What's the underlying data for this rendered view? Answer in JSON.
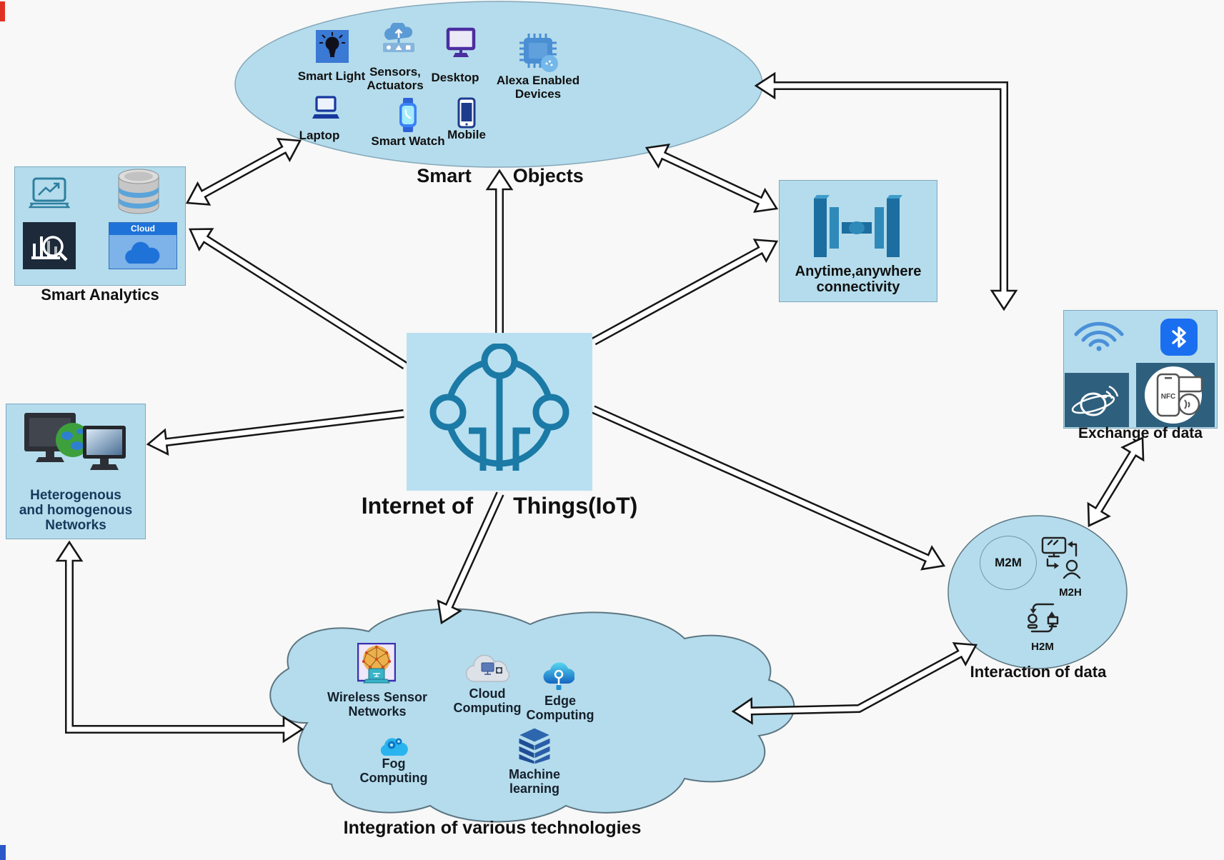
{
  "colors": {
    "panel_fill": "#b5dcec",
    "center_panel_fill": "#b9e0f0",
    "iot_glyph": "#1b7aa6",
    "navy_text": "#16395c",
    "arrow_fill": "#ffffff",
    "arrow_outline": "#161616",
    "background": "#f7f8f7",
    "cloud_box_blue": "#1f72d8",
    "bluetooth_blue": "#1a6ff0",
    "dark_tile": "#2e607e"
  },
  "icons": [
    "smart-light-icon",
    "sensors-actuators-icon",
    "desktop-icon",
    "alexa-devices-icon",
    "laptop-icon",
    "smart-watch-icon",
    "mobile-icon",
    "analytics-laptop-chart-icon",
    "database-icon",
    "bar-chart-search-icon",
    "cloud-storage-icon",
    "connectivity-icon",
    "wifi-icon",
    "bluetooth-icon",
    "satellite-icon",
    "nfc-icon",
    "networked-computers-icon",
    "iot-circuit-icon",
    "m2m-circle",
    "m2h-icon",
    "h2m-icon",
    "wireless-sensor-network-icon",
    "cloud-computing-icon",
    "edge-computing-icon",
    "fog-computing-icon",
    "machine-learning-icon"
  ],
  "smart_objects": {
    "title_left": "Smart",
    "title_right": "Objects",
    "devices": [
      {
        "l1": "Smart Light"
      },
      {
        "l1": "Sensors,",
        "l2": "Actuators"
      },
      {
        "l1": "Desktop"
      },
      {
        "l1": "Alexa Enabled",
        "l2": "Devices"
      },
      {
        "l1": "Laptop"
      },
      {
        "l1": "Smart Watch"
      },
      {
        "l1": "Mobile"
      }
    ]
  },
  "smart_analytics": {
    "label": "Smart Analytics",
    "cloud_box_label": "Cloud"
  },
  "connectivity": {
    "l1": "Anytime,anywhere",
    "l2": "connectivity"
  },
  "exchange": {
    "label": "Exchange of data",
    "nfc_text": "NFC"
  },
  "heterogeneous": {
    "l1": "Heterogenous",
    "l2": "and homogenous",
    "l3": "Networks"
  },
  "center": {
    "l1": "Internet of",
    "l2": "Things(IoT)"
  },
  "interaction": {
    "label": "Interaction of data",
    "m2m": "M2M",
    "m2h": "M2H",
    "h2m": "H2M"
  },
  "integration": {
    "label": "Integration of various technologies",
    "items": [
      {
        "l1": "Wireless Sensor",
        "l2": "Networks"
      },
      {
        "l1": "Cloud",
        "l2": "Computing"
      },
      {
        "l1": "Edge",
        "l2": "Computing"
      },
      {
        "l1": "Fog",
        "l2": "Computing"
      },
      {
        "l1": "Machine",
        "l2": "learning"
      }
    ]
  }
}
